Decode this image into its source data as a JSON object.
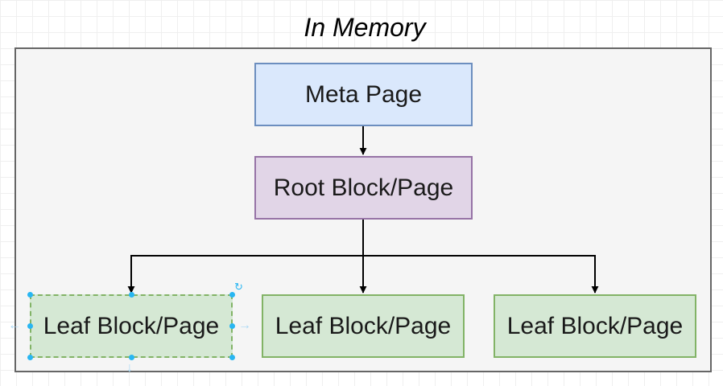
{
  "title": "In Memory",
  "nodes": {
    "meta": "Meta Page",
    "root": "Root Block/Page",
    "leaf1": "Leaf Block/Page",
    "leaf2": "Leaf Block/Page",
    "leaf3": "Leaf Block/Page"
  },
  "edges": [
    {
      "from": "meta",
      "to": "root"
    },
    {
      "from": "root",
      "to": "leaf1"
    },
    {
      "from": "root",
      "to": "leaf2"
    },
    {
      "from": "root",
      "to": "leaf3"
    }
  ],
  "colors": {
    "meta_fill": "#dae8fc",
    "meta_stroke": "#6c8ebf",
    "root_fill": "#e1d5e7",
    "root_stroke": "#9673a6",
    "leaf_fill": "#d5e8d4",
    "leaf_stroke": "#82b366",
    "container_fill": "#f5f5f5",
    "container_stroke": "#666666",
    "selection": "#29b6f2"
  },
  "selected_node": "leaf1"
}
